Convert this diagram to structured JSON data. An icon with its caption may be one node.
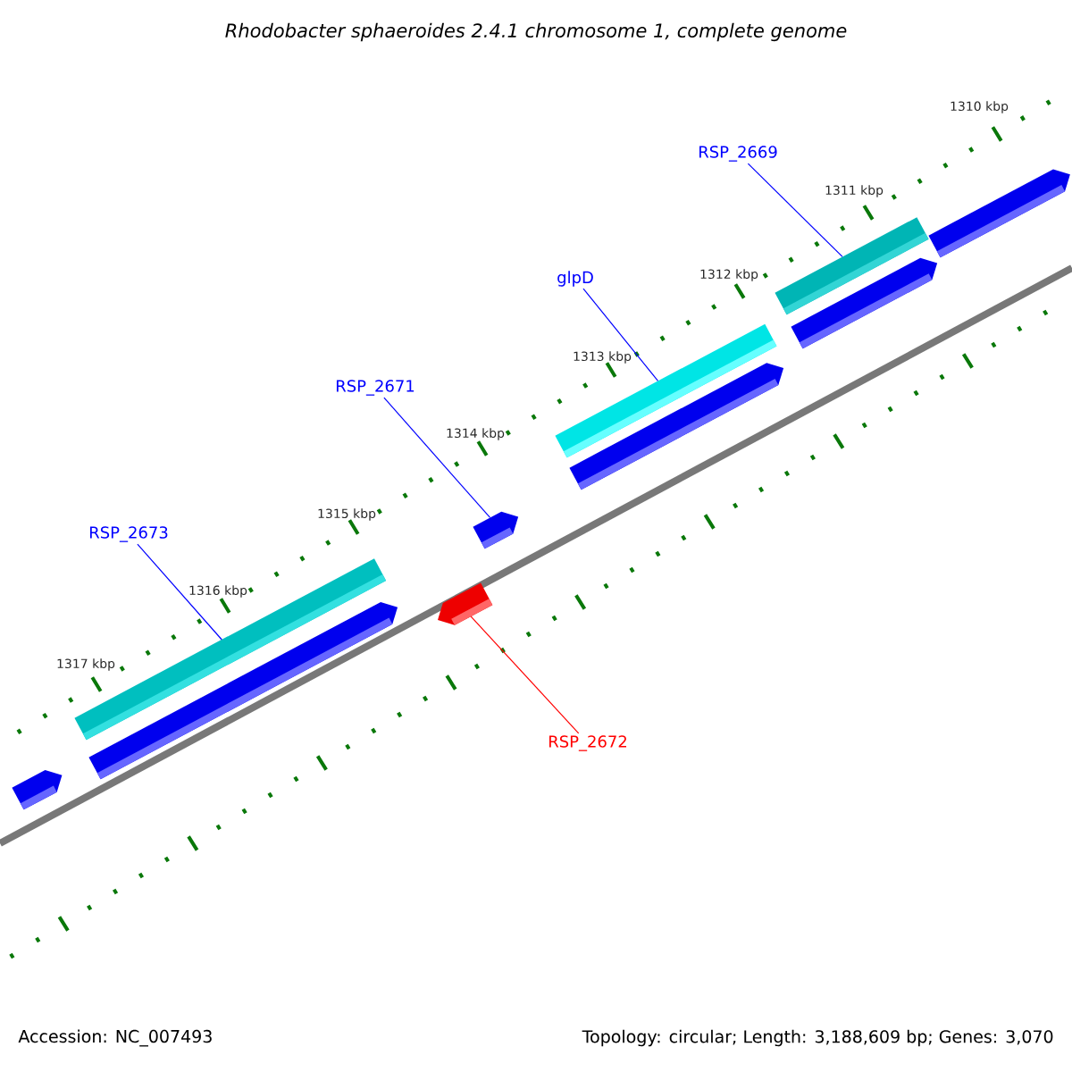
{
  "diagram": {
    "title": "*Rhodobacter sphaeroides* 2.4.1 chromosome 1, complete genome",
    "nodes": [
      {
        "text": [
          "RSP_2673"
        ]
      },
      {
        "text": [
          "RSP_2671"
        ]
      },
      {
        "text": [
          "glpD"
        ]
      },
      {
        "text": [
          "RSP_2669"
        ]
      },
      {
        "text": [
          "RSP_2672"
        ]
      },
      {
        "text": [],
        "shape": "bar"
      },
      {
        "text": [],
        "shape": "bar"
      },
      {
        "text": [],
        "shape": "bar"
      },
      {
        "text": [],
        "shape": "bar"
      },
      {
        "text": [],
        "shape": "bar"
      },
      {
        "text": [],
        "shape": "bar"
      },
      {
        "text": [],
        "shape": "bar"
      },
      {
        "text": [],
        "shape": "bar"
      },
      {
        "text": [],
        "shape": "bar"
      },
      {
        "text": [],
        "shape": "bar"
      }
    ],
    "edges": [
      {
        "from": 0,
        "to": 6,
        "arrow": "none"
      },
      {
        "from": 1,
        "to": 9,
        "arrow": "none"
      },
      {
        "from": 2,
        "to": 10,
        "arrow": "none"
      },
      {
        "from": 3,
        "to": 12,
        "arrow": "none"
      },
      {
        "from": 4,
        "to": 8,
        "arrow": "none",
        "color": "#ff0000"
      }
    ],
    "labels": [
      "1310 kbp",
      "1311 kbp",
      "1312 kbp",
      "1313 kbp",
      "1314 kbp",
      "1315 kbp",
      "1316 kbp",
      "1317 kbp",
      "Accession: NC_007493",
      "Topology: circular; Length: 3,188,609 bp; Genes: 3,070"
    ]
  }
}
